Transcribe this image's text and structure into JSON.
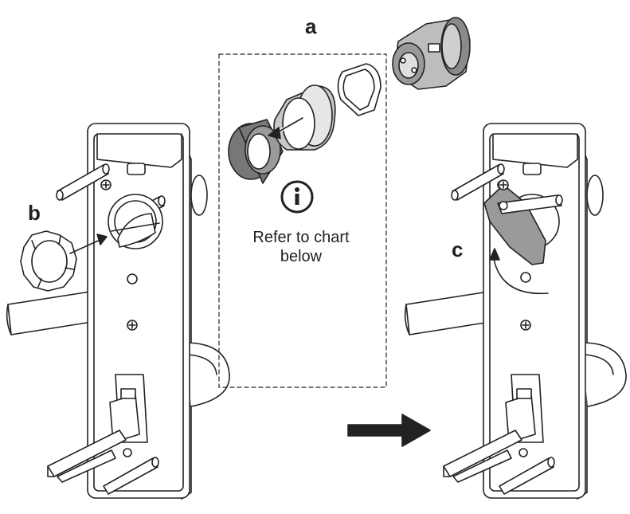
{
  "labels": {
    "a": "a",
    "b": "b",
    "c": "c"
  },
  "info_note": {
    "icon": "info-icon",
    "line1": "Refer to chart",
    "line2": "below"
  },
  "colors": {
    "stroke": "#222222",
    "fill_light": "#ffffff",
    "fill_gray": "#9a9a9a",
    "fill_mid": "#c8c8c8"
  }
}
